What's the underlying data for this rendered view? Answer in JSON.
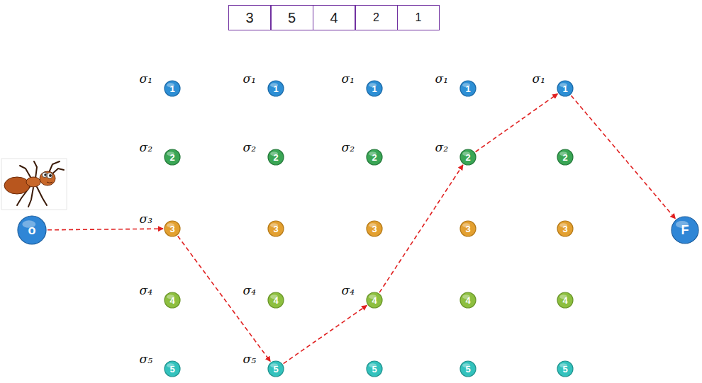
{
  "diagram": {
    "nodes": [
      {
        "text": [
          "3"
        ]
      },
      {
        "text": [
          "5"
        ]
      },
      {
        "text": [
          "4"
        ]
      },
      {
        "text": [
          "2"
        ]
      },
      {
        "text": [
          "1"
        ]
      },
      {
        "text": [
          "o"
        ]
      },
      {
        "text": [
          "1"
        ]
      },
      {
        "text": [
          "2"
        ]
      },
      {
        "text": [
          "3"
        ]
      },
      {
        "text": [
          "4"
        ]
      },
      {
        "text": [
          "5"
        ]
      },
      {
        "text": [
          "1"
        ]
      },
      {
        "text": [
          "2"
        ]
      },
      {
        "text": [
          "3"
        ]
      },
      {
        "text": [
          "4"
        ]
      },
      {
        "text": [
          "5"
        ]
      },
      {
        "text": [
          "1"
        ]
      },
      {
        "text": [
          "2"
        ]
      },
      {
        "text": [
          "3"
        ]
      },
      {
        "text": [
          "4"
        ]
      },
      {
        "text": [
          "5"
        ]
      },
      {
        "text": [
          "1"
        ]
      },
      {
        "text": [
          "2"
        ]
      },
      {
        "text": [
          "3"
        ]
      },
      {
        "text": [
          "4"
        ]
      },
      {
        "text": [
          "5"
        ]
      },
      {
        "text": [
          "1"
        ]
      },
      {
        "text": [
          "2"
        ]
      },
      {
        "text": [
          "3"
        ]
      },
      {
        "text": [
          "4"
        ]
      },
      {
        "text": [
          "5"
        ]
      },
      {
        "text": [
          "F"
        ]
      }
    ],
    "edges": [
      {
        "from": 5,
        "to": 8,
        "arrow": "to"
      },
      {
        "from": 8,
        "to": 15,
        "arrow": "to"
      },
      {
        "from": 15,
        "to": 19,
        "arrow": "to"
      },
      {
        "from": 19,
        "to": 22,
        "arrow": "to"
      },
      {
        "from": 22,
        "to": 26,
        "arrow": "to"
      },
      {
        "from": 26,
        "to": 31,
        "arrow": "to"
      }
    ],
    "labels": [
      "σ₁",
      "σ₂",
      "σ₃",
      "σ₄",
      "σ₅",
      "σ₁",
      "σ₂",
      "σ₄",
      "σ₅",
      "σ₁",
      "σ₂",
      "σ₄",
      "σ₁",
      "σ₂",
      "σ₁"
    ]
  }
}
